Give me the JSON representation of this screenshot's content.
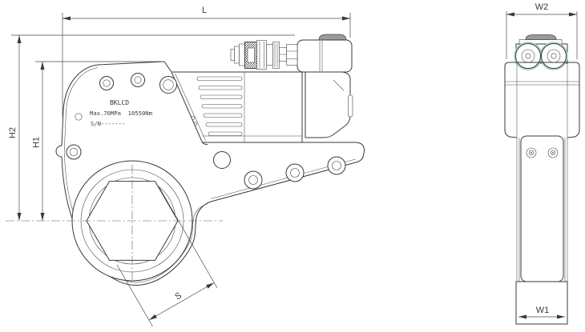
{
  "drawing": {
    "title_hint": "hydraulic torque wrench two-view engineering drawing",
    "dimensions": {
      "length": "L",
      "height_total": "H2",
      "height_body": "H1",
      "hex_size": "S",
      "width_body": "W1",
      "width_total": "W2"
    },
    "nameplate": {
      "brand": "BKLCD",
      "spec": "Max.70MPa  10550Nm",
      "serial": "S/N-------"
    },
    "colors": {
      "line": "#3a3a3a",
      "coupler_highlight_teal": "#a9d4c7",
      "dome_gray": "#9b9b9b",
      "background": "#ffffff"
    }
  }
}
